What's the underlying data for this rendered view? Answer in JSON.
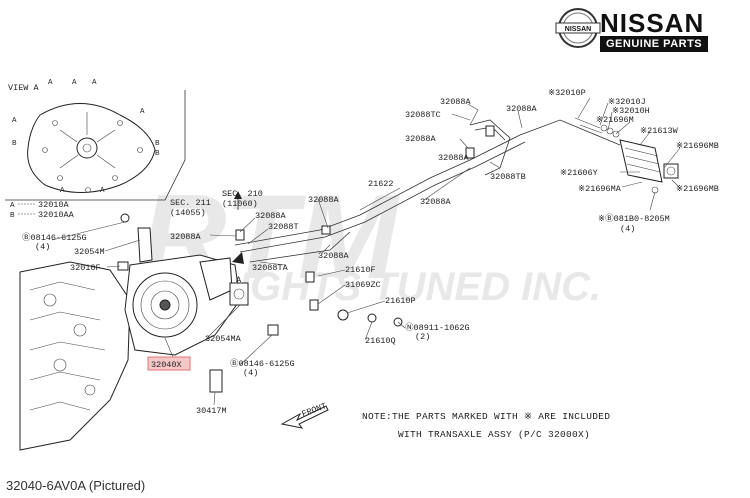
{
  "brand": {
    "logo_text": "NISSAN",
    "name": "NISSAN",
    "subtitle": "GENUINE PARTS"
  },
  "watermark": {
    "line1": "RTM",
    "line2": "RIGHTS TUNED INC."
  },
  "view_a": {
    "title": "VIEW A",
    "marker_a": "A",
    "marker_b": "B",
    "legend_a_code": "32010A",
    "legend_b_code": "32010AA"
  },
  "labels": {
    "l32088a_1": "32088A",
    "l32088a_2": "32088A",
    "l32088tc": "32088TC",
    "l32088a_3": "32088A",
    "l32088a_4": "32088A",
    "l32088tb": "32088TB",
    "l32088a_5": "32088A",
    "l21622": "21622",
    "l32088a_6": "32088A",
    "l32010p": "※32010P",
    "l32010j": "※32010J",
    "l32010h": "※32010H",
    "l21696m": "※21696M",
    "l21613w": "※21613W",
    "l21696mb_1": "※21696MB",
    "l21606y": "※21606Y",
    "l21696ma": "※21696MA",
    "l21696mb_2": "※21696MB",
    "l081b0": "※Ⓑ081B0-8205M",
    "l081b0_qty": "(4)",
    "sec211": "SEC. 211",
    "sec211_ref": "(14055)",
    "sec210": "SEC. 210",
    "sec210_ref": "(11060)",
    "l32088a_7": "32088A",
    "l32088t": "32088T",
    "l32088a_8": "32088A",
    "l32088ta": "32088TA",
    "l32088a_9": "32088A",
    "l08146_1": "Ⓑ08146-6125G",
    "l08146_1_qty": "(4)",
    "l32054m": "32054M",
    "l32010f": "32010F",
    "marker_a_arrow": "A",
    "l21610f": "21610F",
    "l31069zc": "31069ZC",
    "l21610p": "21610P",
    "l08911": "Ⓝ08911-1062G",
    "l08911_qty": "(2)",
    "l21610q": "21610Q",
    "l32054ma": "32054MA",
    "l08146_2": "Ⓑ08146-6125G",
    "l08146_2_qty": "(4)",
    "l32040x": "32040X",
    "l30417m": "30417M",
    "front": "FRONT"
  },
  "note": {
    "line1": "NOTE:THE PARTS MARKED WITH ※ ARE INCLUDED",
    "line2": "WITH TRANSAXLE ASSY (P/C 32000X)"
  },
  "caption": "32040-6AV0A  (Pictured)",
  "colors": {
    "highlight_fill": "#f6c7c7",
    "highlight_stroke": "#d77",
    "ink": "#222222",
    "watermark": "#e8e8e8"
  }
}
